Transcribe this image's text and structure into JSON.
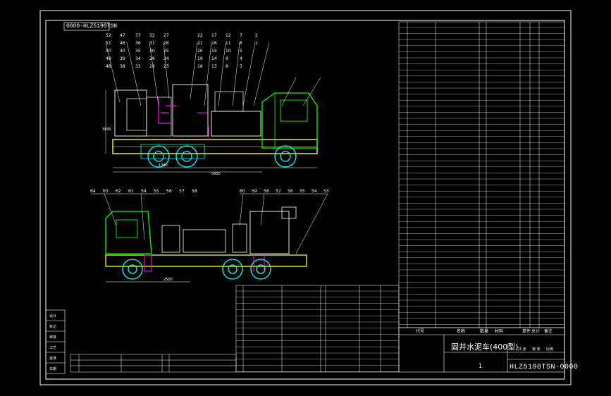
{
  "drawing": {
    "top_code": "0000-HLZ5190TSN",
    "title_name": "固井水泥车(400型)",
    "title_code": "HLZ5190TSN-0000",
    "sheet": "1",
    "columns_header": [
      "代号",
      "名称",
      "数量",
      "材料",
      "单件",
      "总计",
      "备注"
    ],
    "callouts_top": [
      "52",
      "51",
      "50",
      "49",
      "48",
      "47",
      "46",
      "40",
      "39",
      "38",
      "37",
      "36",
      "35",
      "34",
      "33",
      "32",
      "31",
      "30",
      "29",
      "28",
      "27",
      "26",
      "25",
      "24",
      "23",
      "22",
      "21",
      "20",
      "19",
      "18",
      "17",
      "16",
      "15",
      "14",
      "13",
      "12",
      "11",
      "10",
      "9",
      "8",
      "7",
      "6",
      "5",
      "4",
      "3",
      "2",
      "1"
    ],
    "callouts_bottom": [
      "64",
      "63",
      "62",
      "61",
      "54",
      "55",
      "56",
      "57",
      "58",
      "60",
      "59",
      "58",
      "57",
      "56",
      "55",
      "54",
      "53"
    ],
    "dim_labels": [
      "3895",
      "1380",
      "5950",
      "2500"
    ],
    "revision_labels": [
      "设计",
      "标记",
      "审核",
      "工艺",
      "批准",
      "日期"
    ],
    "footer_notes": [
      "共 张",
      "第 张",
      "比例"
    ]
  },
  "colors": {
    "background": "#000000",
    "frame": "#ffffff",
    "chassis": "#ffff00",
    "cab": "#00ff00",
    "wheels": "#00ffff",
    "pipes": "#ff00ff",
    "equipment": "#ffffff",
    "leader": "#ffffff"
  },
  "icons": [
    "truck-side-view-icon",
    "truck-rear-view-icon"
  ]
}
